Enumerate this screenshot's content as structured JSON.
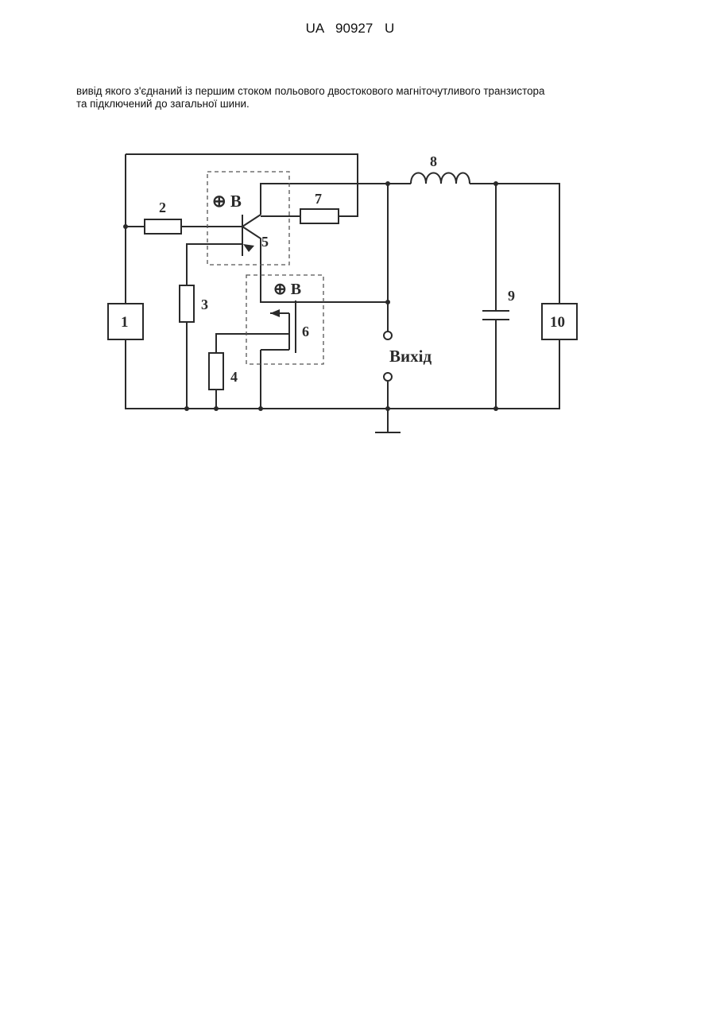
{
  "header": {
    "doc_id": "UA   90927   U"
  },
  "text": {
    "line1": "вивід якого з'єднаний із першим стоком польового двостокового магніточутливого транзистора",
    "line2": "та підключений до загальної шини."
  },
  "diagram": {
    "labels": {
      "block1": "1",
      "resistor2": "2",
      "resistor3": "3",
      "resistor4": "4",
      "transistor5": "5",
      "transistor6": "6",
      "resistor7": "7",
      "inductor8": "8",
      "capacitor9": "9",
      "block10": "10",
      "field_top": "⊕ B",
      "field_bottom": "⊕ B",
      "output": "Вихід"
    }
  }
}
